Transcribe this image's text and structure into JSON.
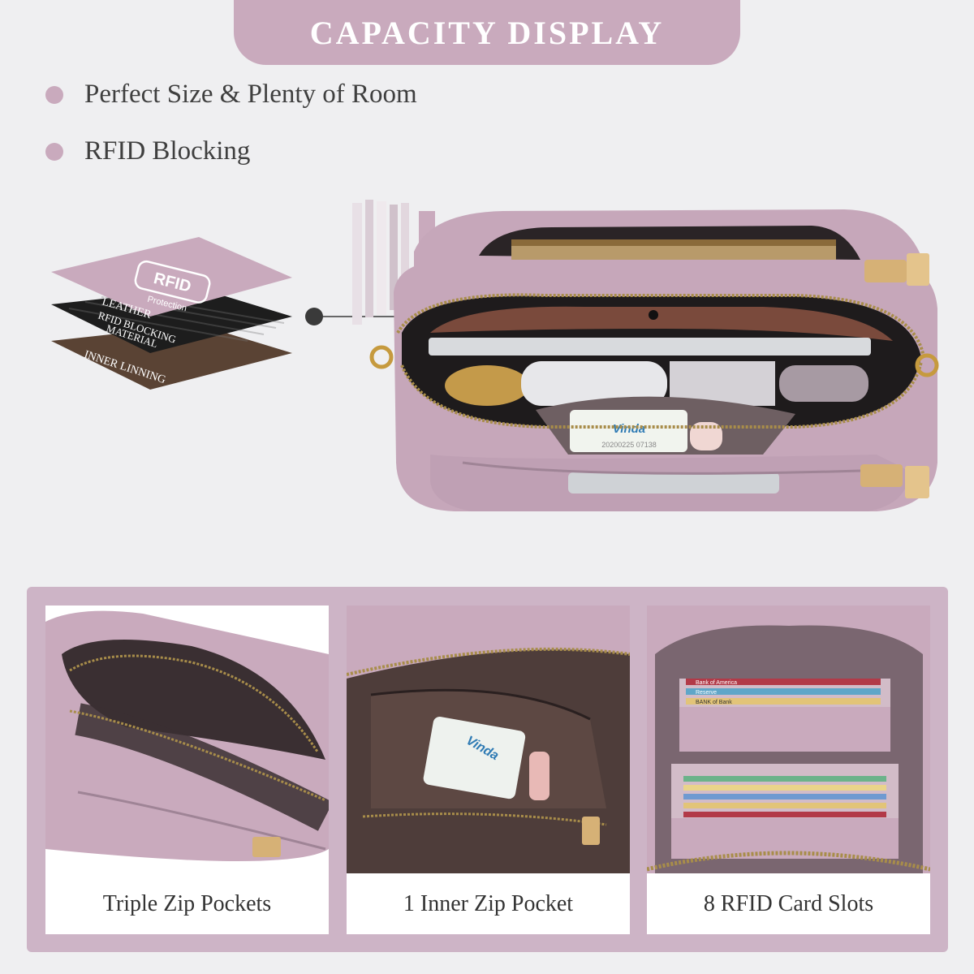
{
  "header": {
    "title": "CAPACITY DISPLAY"
  },
  "features": [
    {
      "text": "Perfect Size & Plenty of Room"
    },
    {
      "text": "RFID Blocking"
    }
  ],
  "layers_diagram": {
    "badge_top": "RFID",
    "badge_bottom": "Protection",
    "layer_1": "LEATHER",
    "layer_2a": "RFID BLOCKING",
    "layer_2b": "MATERIAL",
    "layer_3": "INNER LINNING"
  },
  "hero_items": {
    "tissue_brand": "Vinda",
    "tissue_code": "20200225 07138"
  },
  "cards": [
    {
      "caption": "Triple Zip Pockets"
    },
    {
      "caption": "1 Inner Zip Pocket",
      "tissue_brand": "Vinda"
    },
    {
      "caption": "8 RFID Card Slots",
      "card_label_1": "Bank of America",
      "card_label_2": "Reserve",
      "card_label_3": "BANK of Bank"
    }
  ],
  "colors": {
    "accent": "#c9aabd",
    "panel": "#cdb4c6",
    "background": "#efeff1",
    "bag": "#c6a7ba",
    "lining": "#5e4a44"
  }
}
